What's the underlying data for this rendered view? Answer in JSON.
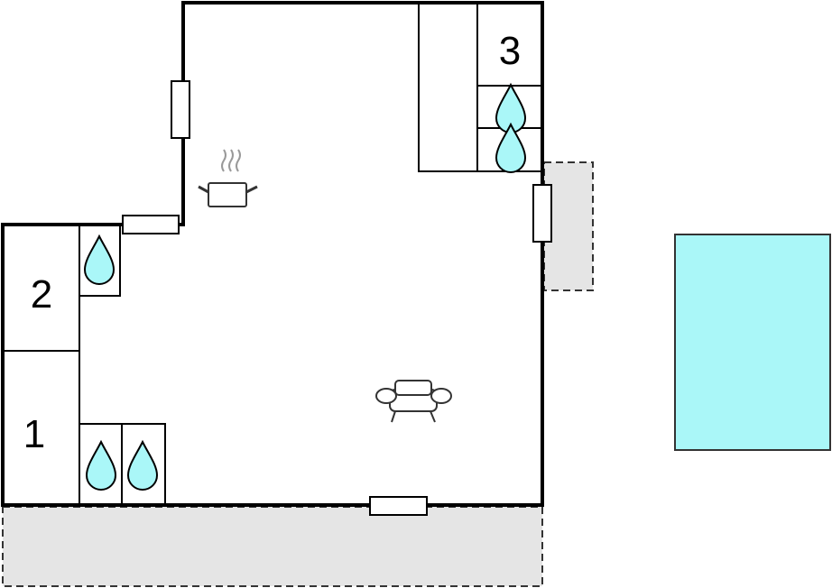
{
  "floorplan": {
    "rooms": [
      {
        "label": "1"
      },
      {
        "label": "2"
      },
      {
        "label": "3"
      }
    ]
  },
  "colors": {
    "wall": "#000000",
    "outdoor_area": "#e5e5e5",
    "water": "#aaf7f8",
    "pool": "#aaf7f8",
    "icon_stroke": "#333333",
    "steam": "#999999"
  },
  "icons": [
    "kitchen-pot-icon",
    "sofa-icon",
    "water-drop-icon",
    "window-icon"
  ]
}
